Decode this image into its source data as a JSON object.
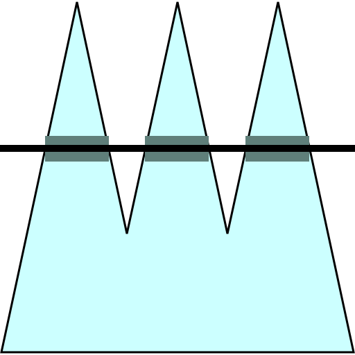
{
  "diagram": {
    "shape": "three-peak polygon crossed by a horizontal line",
    "peak_count": 3,
    "crossing_band_count": 3,
    "colors": {
      "background": "#ffffff",
      "fill": "#ccffff",
      "outline": "#000000",
      "crossing_line": "#000000",
      "crossing_band": "#5f7f7a"
    }
  }
}
